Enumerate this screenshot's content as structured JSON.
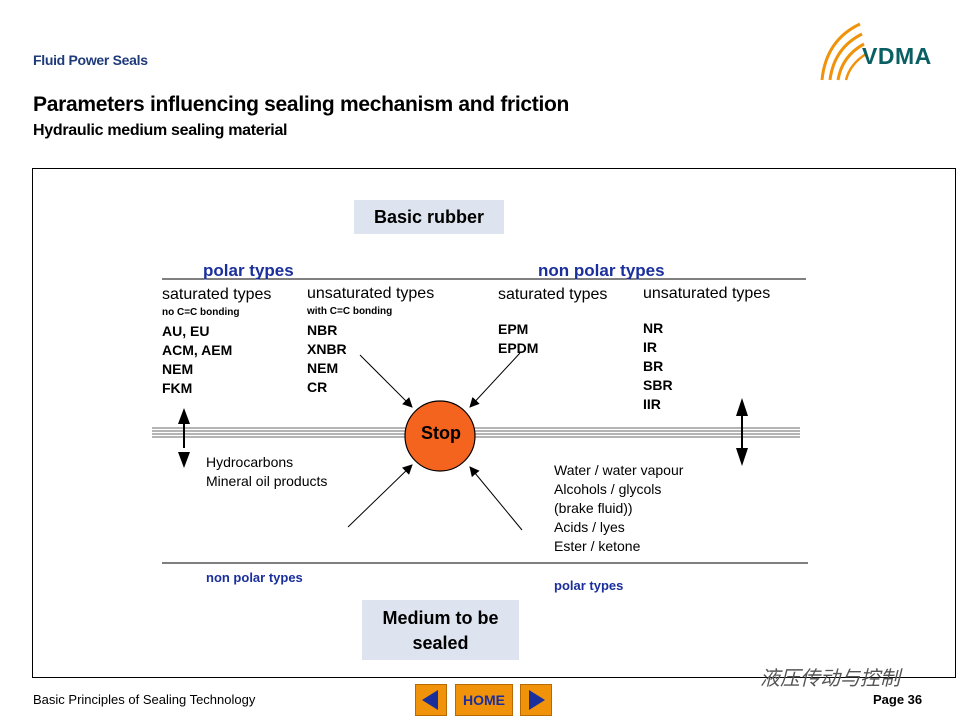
{
  "header": {
    "series": "Fluid Power Seals",
    "title": "Parameters influencing sealing mechanism and friction",
    "subtitle": "Hydraulic medium sealing material",
    "logo_text": "VDMA"
  },
  "diagram": {
    "top_box": "Basic rubber",
    "bottom_box_line1": "Medium to be",
    "bottom_box_line2": "sealed",
    "center_label": "Stop",
    "polar_label": "polar types",
    "non_polar_label": "non polar types",
    "columns": [
      {
        "heading": "saturated types",
        "note": "no C=C bonding",
        "items": [
          "AU, EU",
          "ACM, AEM",
          "NEM",
          "FKM"
        ]
      },
      {
        "heading": "unsaturated types",
        "note": "with C=C bonding",
        "items": [
          "NBR",
          "XNBR",
          "NEM",
          "CR"
        ]
      },
      {
        "heading": "saturated types",
        "note": "",
        "items": [
          "EPM",
          "EPDM"
        ]
      },
      {
        "heading": "unsaturated types",
        "note": "",
        "items": [
          "NR",
          "IR",
          "BR",
          "SBR",
          "IIR"
        ]
      }
    ],
    "media_left": {
      "items": [
        "Hydrocarbons",
        "Mineral oil products"
      ],
      "label": "non polar types"
    },
    "media_right": {
      "items": [
        "Water / water vapour",
        "Alcohols / glycols",
        "(brake fluid))",
        "Acids / lyes",
        "Ester / ketone"
      ],
      "label": "polar types"
    },
    "colors": {
      "stop_fill": "#f5641e",
      "box_fill": "#dde4ef",
      "accent_blue": "#1a2f9c",
      "nav_orange": "#f0920a"
    }
  },
  "footer": {
    "left": "Basic Principles of Sealing Technology",
    "home_label": "HOME",
    "page": "Page 36",
    "watermark": "液压传动与控制",
    "prev_icon": "arrow-left-icon",
    "next_icon": "arrow-right-icon"
  }
}
